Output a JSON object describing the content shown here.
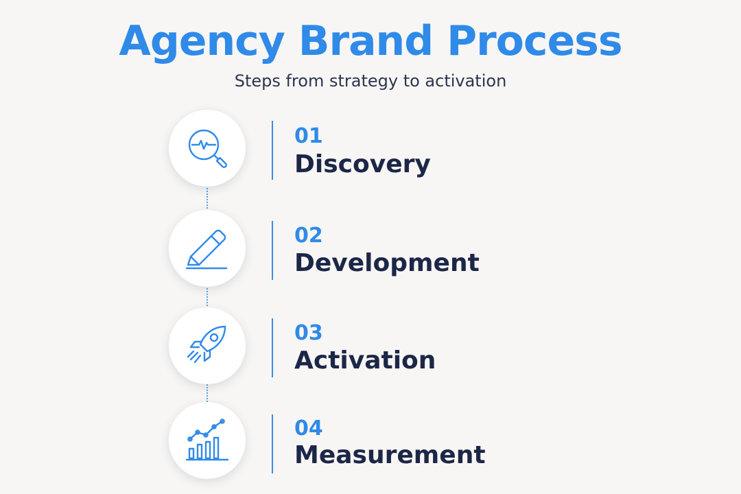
{
  "header": {
    "title": "Agency Brand Process",
    "subtitle": "Steps from strategy to activation"
  },
  "steps": [
    {
      "number": "01",
      "label": "Discovery",
      "icon": "magnifier-pulse-icon"
    },
    {
      "number": "02",
      "label": "Development",
      "icon": "pencil-icon"
    },
    {
      "number": "03",
      "label": "Activation",
      "icon": "rocket-icon"
    },
    {
      "number": "04",
      "label": "Measurement",
      "icon": "growth-chart-icon"
    }
  ],
  "colors": {
    "accent": "#2f8ae8",
    "text_dark": "#1c2748",
    "background": "#f7f6f4",
    "icon_bg": "#ffffff"
  }
}
